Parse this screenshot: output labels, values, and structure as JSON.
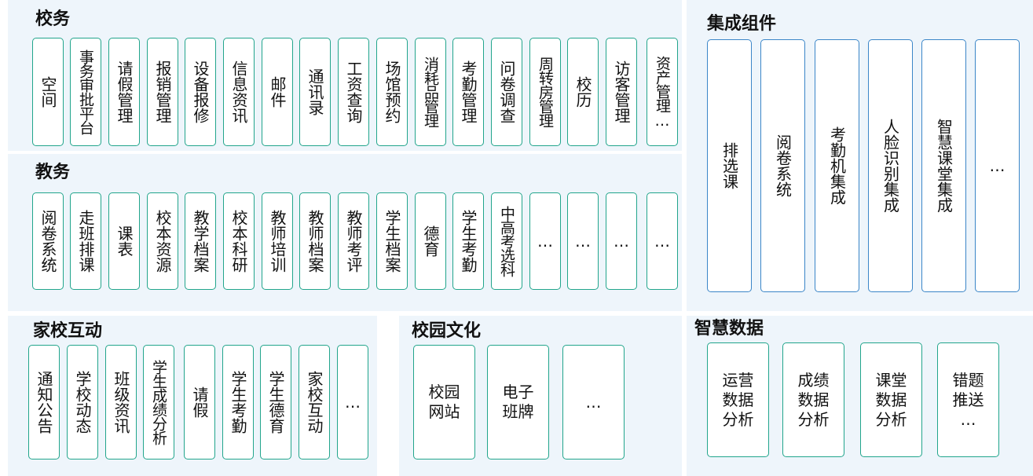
{
  "sections": {
    "xiaowu": {
      "title": "校务",
      "items": [
        "空间",
        "事务审批平台",
        "请假管理",
        "报销管理",
        "设备报修",
        "信息资讯",
        "邮件",
        "通讯录",
        "工资查询",
        "场馆预约",
        "消耗品管理",
        "考勤管理",
        "问卷调查",
        "周转房管理",
        "校历",
        "访客管理",
        "资产管理…"
      ]
    },
    "jiaowu": {
      "title": "教务",
      "items": [
        "阅卷系统",
        "走班排课",
        "课表",
        "校本资源",
        "教学档案",
        "校本科研",
        "教师培训",
        "教师档案",
        "教师考评",
        "学生档案",
        "德育",
        "学生考勤",
        "中高考选科",
        "…",
        "…",
        "…",
        "…"
      ]
    },
    "jiaxiao": {
      "title": "家校互动",
      "items": [
        "通知公告",
        "学校动态",
        "班级资讯",
        "学生成绩分析",
        "请假",
        "学生考勤",
        "学生德育",
        "家校互动",
        "…"
      ]
    },
    "xiaoyuan": {
      "title": "校园文化",
      "items": [
        "校园\n网站",
        "电子\n班牌",
        "…"
      ]
    },
    "jicheng": {
      "title": "集成组件",
      "items": [
        "排选课",
        "阅卷系统",
        "考勤机集成",
        "人脸识别集成",
        "智慧课堂集成",
        "…"
      ]
    },
    "zhihui": {
      "title": "智慧数据",
      "items": [
        "运营\n数据\n分析",
        "成绩\n数据\n分析",
        "课堂\n数据\n分析",
        "错题\n推送\n…"
      ]
    }
  }
}
